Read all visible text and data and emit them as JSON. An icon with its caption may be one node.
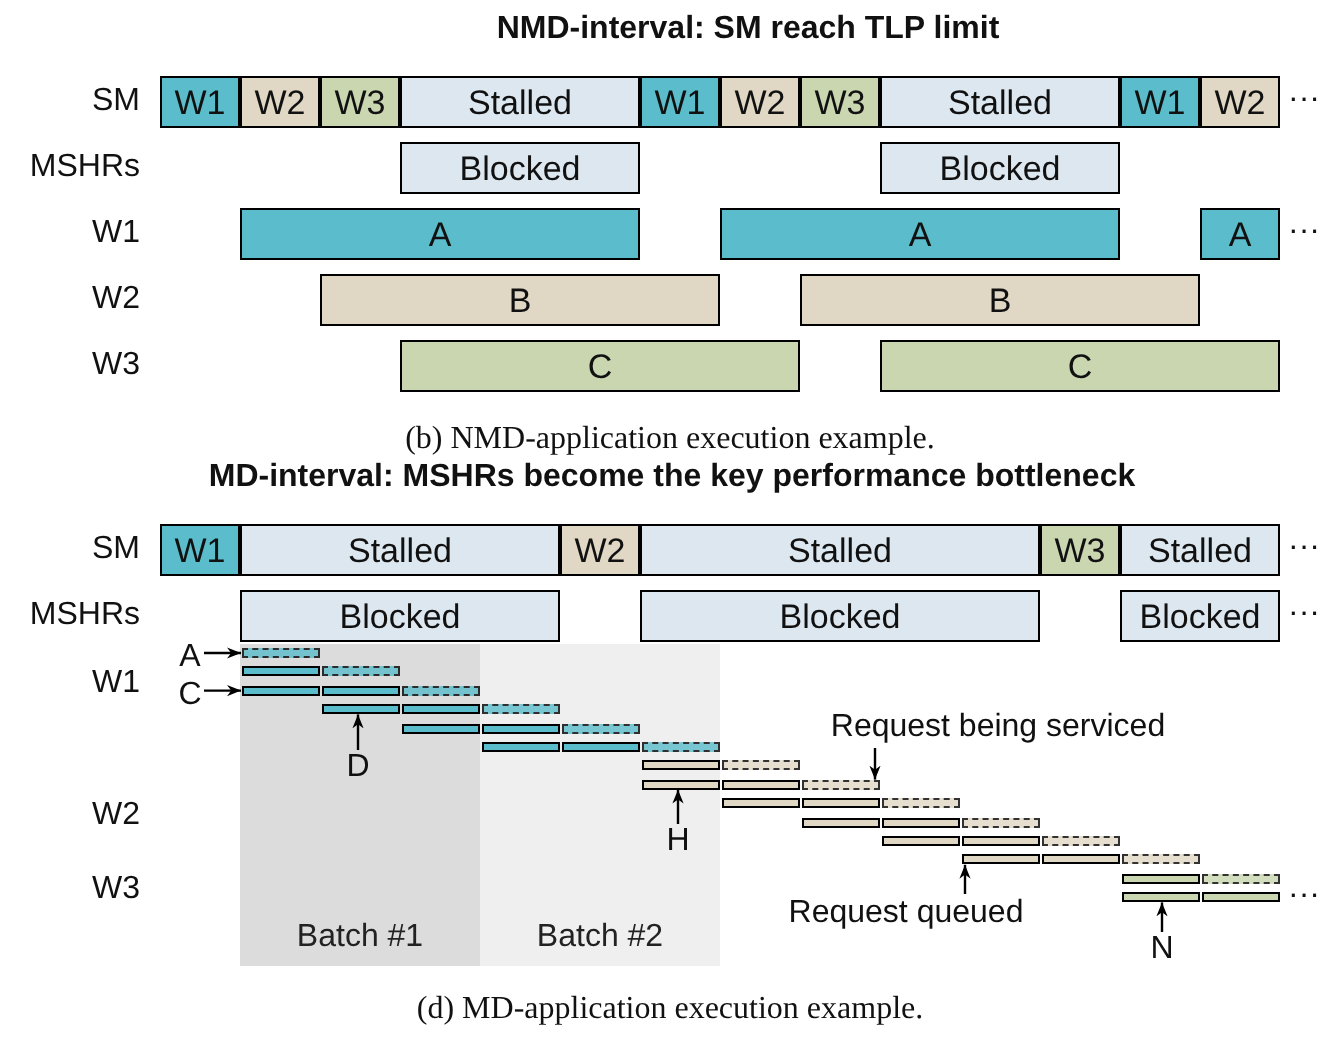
{
  "diagram": {
    "nodes": [
      {
        "text": [
          "W1"
        ]
      },
      {
        "text": [
          "W2"
        ]
      },
      {
        "text": [
          "W3"
        ]
      },
      {
        "text": [
          "Stalled"
        ]
      },
      {
        "text": [
          "W1"
        ]
      },
      {
        "text": [
          "W2"
        ]
      },
      {
        "text": [
          "W3"
        ]
      },
      {
        "text": [
          "Stalled"
        ]
      },
      {
        "text": [
          "W1"
        ]
      },
      {
        "text": [
          "W2"
        ]
      },
      {
        "text": [
          "Blocked"
        ]
      },
      {
        "text": [
          "Blocked"
        ]
      },
      {
        "text": [
          "A"
        ]
      },
      {
        "text": [
          "A"
        ]
      },
      {
        "text": [
          "A"
        ]
      },
      {
        "text": [
          "B"
        ]
      },
      {
        "text": [
          "B"
        ]
      },
      {
        "text": [
          "C"
        ]
      },
      {
        "text": [
          "C"
        ]
      },
      {
        "text": [
          "W1"
        ]
      },
      {
        "text": [
          "Stalled"
        ]
      },
      {
        "text": [
          "W2"
        ]
      },
      {
        "text": [
          "Stalled"
        ]
      },
      {
        "text": [
          "W3"
        ]
      },
      {
        "text": [
          "Stalled"
        ]
      },
      {
        "text": [
          "Blocked"
        ]
      },
      {
        "text": [
          "Blocked"
        ]
      },
      {
        "text": [
          "Blocked"
        ]
      },
      {
        "text": [
          "Batch #1"
        ]
      },
      {
        "text": [
          "Batch #2"
        ]
      },
      {
        "text": [
          "A"
        ]
      },
      {
        "text": [
          "C"
        ]
      },
      {
        "text": [
          "D"
        ],
        "in": 28
      },
      {
        "text": [
          "H"
        ],
        "in": 29
      },
      {
        "text": [
          "Request being serviced"
        ]
      },
      {
        "text": [
          "Request queued"
        ]
      },
      {
        "text": [
          "N"
        ]
      },
      {
        "text": [],
        "shape": "bar",
        "in": 28
      },
      {
        "text": [],
        "shape": "bar",
        "in": 28
      },
      {
        "text": [],
        "shape": "bar",
        "in": 28
      },
      {
        "text": [],
        "shape": "bar",
        "in": 28
      },
      {
        "text": [],
        "shape": "bar",
        "in": 28
      },
      {
        "text": [],
        "shape": "bar",
        "in": 28
      },
      {
        "text": [],
        "shape": "bar",
        "in": 28
      },
      {
        "text": [],
        "shape": "bar",
        "in": 28
      },
      {
        "text": [],
        "shape": "bar",
        "in": 29
      },
      {
        "text": [],
        "shape": "bar",
        "in": 28
      },
      {
        "text": [],
        "shape": "bar",
        "in": 29
      },
      {
        "text": [],
        "shape": "bar",
        "in": 29
      },
      {
        "text": [],
        "shape": "bar",
        "in": 29
      },
      {
        "text": [],
        "shape": "bar",
        "in": 29
      },
      {
        "text": [],
        "shape": "bar",
        "in": 29
      },
      {
        "text": [],
        "shape": "bar",
        "in": 29
      },
      {
        "text": [],
        "shape": "bar"
      },
      {
        "text": [],
        "shape": "bar",
        "in": 29
      },
      {
        "text": [],
        "shape": "bar"
      },
      {
        "text": [],
        "shape": "bar"
      },
      {
        "text": [],
        "shape": "bar"
      },
      {
        "text": [],
        "shape": "bar"
      },
      {
        "text": [],
        "shape": "bar"
      },
      {
        "text": [],
        "shape": "bar"
      },
      {
        "text": [],
        "shape": "bar"
      },
      {
        "text": [],
        "shape": "bar"
      },
      {
        "text": [],
        "shape": "bar"
      },
      {
        "text": [],
        "shape": "bar"
      },
      {
        "text": [],
        "shape": "bar"
      },
      {
        "text": [],
        "shape": "bar"
      },
      {
        "text": [],
        "shape": "bar"
      },
      {
        "text": [],
        "shape": "bar"
      },
      {
        "text": [],
        "shape": "bar"
      },
      {
        "text": [],
        "shape": "bar"
      },
      {
        "text": [],
        "shape": "bar"
      },
      {
        "text": [],
        "shape": "bar"
      }
    ],
    "edges": [
      {
        "from": 30,
        "to": 37,
        "arrow": "to"
      },
      {
        "from": 31,
        "to": 40,
        "arrow": "to"
      },
      {
        "from": 32,
        "to": 43,
        "arrow": "to"
      },
      {
        "from": 33,
        "to": 54,
        "arrow": "to"
      },
      {
        "from": 34,
        "to": 56,
        "arrow": "to"
      },
      {
        "from": 35,
        "to": 66,
        "arrow": "to"
      },
      {
        "from": 36,
        "to": 71,
        "arrow": "to"
      }
    ],
    "labels": [
      "NMD-interval: SM reach TLP limit",
      "SM",
      "···",
      "MSHRs",
      "W1",
      "···",
      "W2",
      "W3",
      "(b) NMD-application execution example.",
      "MD-interval: MSHRs become the key performance bottleneck",
      "SM",
      "···",
      "MSHRs",
      "···",
      "W1",
      "W2",
      "W3",
      "···",
      "(d) MD-application execution example."
    ]
  }
}
